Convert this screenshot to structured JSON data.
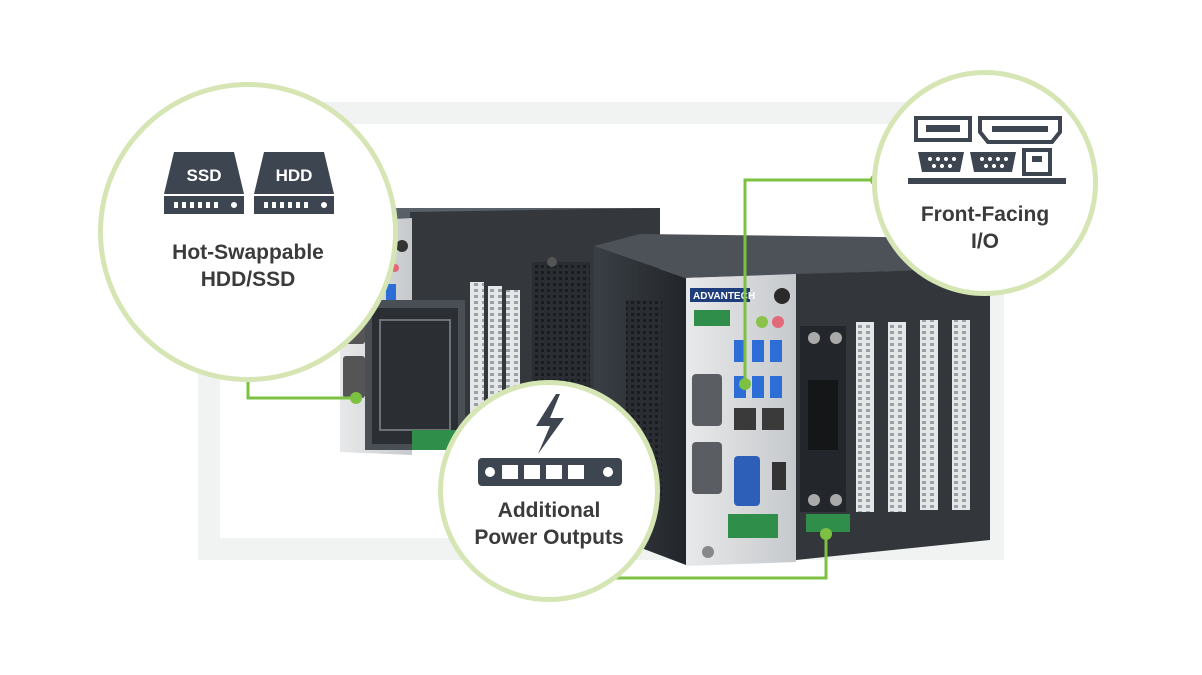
{
  "callouts": {
    "storage": {
      "drive_a": "SSD",
      "drive_b": "HDD",
      "line1": "Hot-Swappable",
      "line2": "HDD/SSD"
    },
    "io": {
      "line1": "Front-Facing",
      "line2": "I/O"
    },
    "power": {
      "line1": "Additional",
      "line2": "Power Outputs"
    }
  },
  "product": {
    "brand": "ADVANTECH"
  },
  "colors": {
    "accent_green": "#7dc142",
    "ring_green": "#d5e6b4",
    "icon_dark": "#3d4550",
    "chassis_dark": "#2f3338",
    "panel_silver": "#d4d6d8"
  },
  "icons": [
    "ssd-drive-icon",
    "hdd-drive-icon",
    "usb-port-icon",
    "hdmi-port-icon",
    "serial-port-icon",
    "ethernet-port-icon",
    "lightning-icon",
    "power-strip-icon"
  ]
}
